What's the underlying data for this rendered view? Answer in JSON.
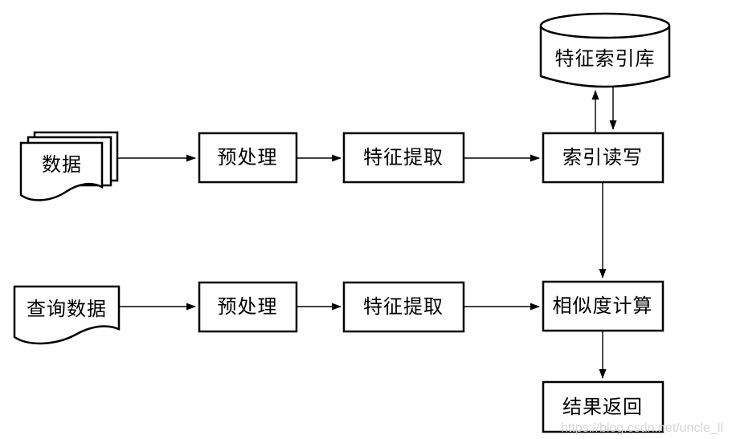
{
  "diagram": {
    "title": "feature-index-retrieval-flowchart",
    "background_color": "#ffffff",
    "line_color": "#000000",
    "text_color": "#000000",
    "nodes": {
      "database": {
        "label": "特征索引库",
        "shape": "cylinder"
      },
      "data_doc": {
        "label": "数据",
        "shape": "document-stack"
      },
      "preprocess_top": {
        "label": "预处理",
        "shape": "rect"
      },
      "feature_top": {
        "label": "特征提取",
        "shape": "rect"
      },
      "index_rw": {
        "label": "索引读写",
        "shape": "rect"
      },
      "query_doc": {
        "label": "查询数据",
        "shape": "document"
      },
      "preprocess_bottom": {
        "label": "预处理",
        "shape": "rect"
      },
      "feature_bottom": {
        "label": "特征提取",
        "shape": "rect"
      },
      "similarity": {
        "label": "相似度计算",
        "shape": "rect"
      },
      "result": {
        "label": "结果返回",
        "shape": "rect"
      }
    },
    "edges": [
      {
        "from": "data_doc",
        "to": "preprocess_top"
      },
      {
        "from": "preprocess_top",
        "to": "feature_top"
      },
      {
        "from": "feature_top",
        "to": "index_rw"
      },
      {
        "from": "index_rw",
        "to": "database"
      },
      {
        "from": "database",
        "to": "index_rw"
      },
      {
        "from": "index_rw",
        "to": "similarity"
      },
      {
        "from": "query_doc",
        "to": "preprocess_bottom"
      },
      {
        "from": "preprocess_bottom",
        "to": "feature_bottom"
      },
      {
        "from": "feature_bottom",
        "to": "similarity"
      },
      {
        "from": "similarity",
        "to": "result"
      }
    ],
    "watermark": {
      "text": "https://blog.csdn.net/uncle_ll",
      "color": "#d5d5d5"
    }
  }
}
